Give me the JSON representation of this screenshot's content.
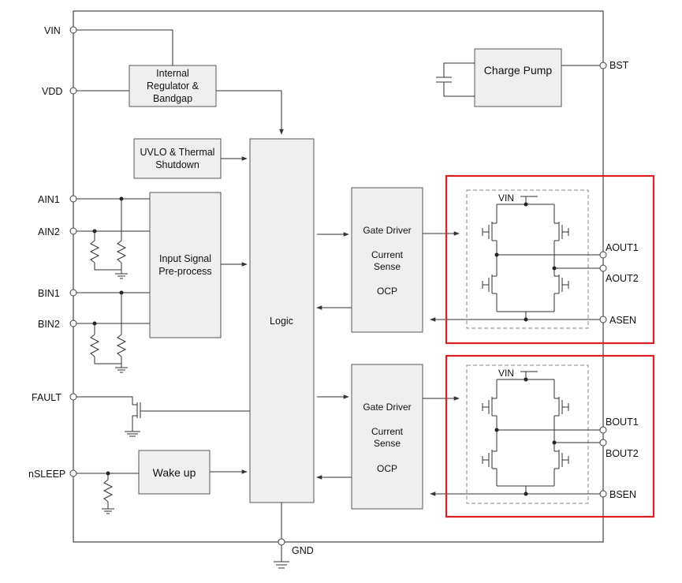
{
  "pins_left": {
    "vin": "VIN",
    "vdd": "VDD",
    "ain1": "AIN1",
    "ain2": "AIN2",
    "bin1": "BIN1",
    "bin2": "BIN2",
    "fault": "FAULT",
    "nsleep": "nSLEEP"
  },
  "pins_right": {
    "bst": "BST",
    "aout1": "AOUT1",
    "aout2": "AOUT2",
    "asen": "ASEN",
    "bout1": "BOUT1",
    "bout2": "BOUT2",
    "bsen": "BSEN"
  },
  "pin_bottom": {
    "gnd": "GND"
  },
  "blocks": {
    "regulator": [
      "Internal",
      "Regulator &",
      "Bandgap"
    ],
    "charge_pump": "Charge Pump",
    "uvlo": [
      "UVLO & Thermal",
      "Shutdown"
    ],
    "input_signal": [
      "Input Signal",
      "Pre-process"
    ],
    "logic": "Logic",
    "wake_up": "Wake up",
    "gate_driver_a": {
      "line1": "Gate Driver",
      "line2": "Current",
      "line3": "Sense",
      "line4": "OCP"
    },
    "gate_driver_b": {
      "line1": "Gate Driver",
      "line2": "Current",
      "line3": "Sense",
      "line4": "OCP"
    }
  },
  "bridges": {
    "a_supply": "VIN",
    "b_supply": "VIN"
  },
  "colors": {
    "line": "#333333",
    "block_fill": "#efefef",
    "block_stroke": "#555555",
    "highlight": "#e02020",
    "dashed": "#888888"
  }
}
